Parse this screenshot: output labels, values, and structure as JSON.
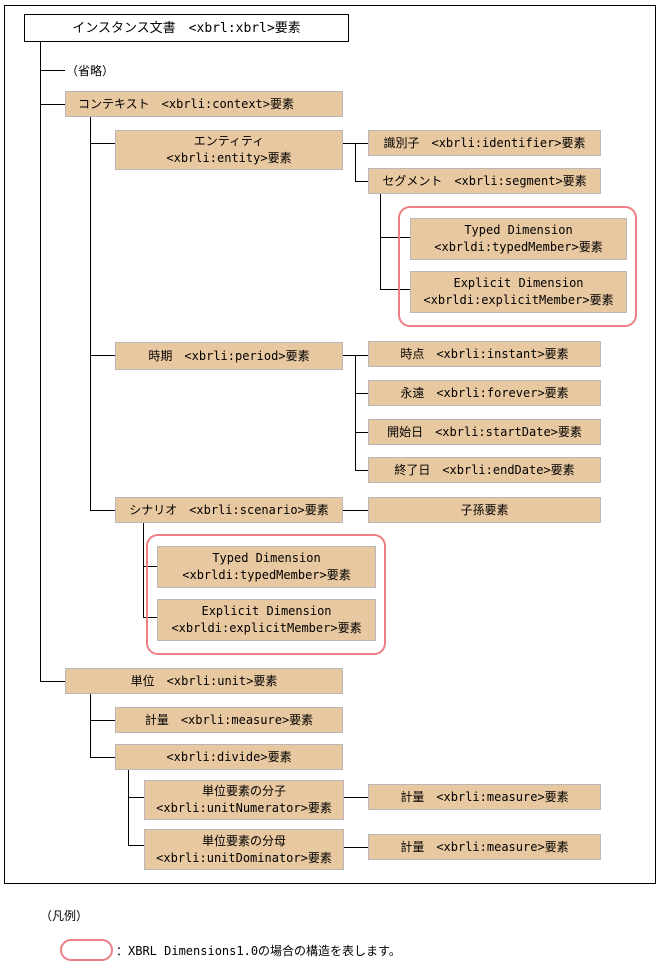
{
  "root": "インスタンス文書　<xbrl:xbrl>要素",
  "omitted": "（省略）",
  "context": "コンテキスト　<xbrli:context>要素",
  "entity": [
    "エンティティ",
    "<xbrli:entity>要素"
  ],
  "identifier": "識別子　<xbrli:identifier>要素",
  "segment": "セグメント　<xbrli:segment>要素",
  "typed_dim": [
    "Typed Dimension",
    "<xbrldi:typedMember>要素"
  ],
  "explicit_dim": [
    "Explicit Dimension",
    "<xbrldi:explicitMember>要素"
  ],
  "period": "時期　<xbrli:period>要素",
  "instant": "時点　<xbrli:instant>要素",
  "forever": "永遠　<xbrli:forever>要素",
  "start_date": "開始日　<xbrli:startDate>要素",
  "end_date": "終了日　<xbrli:endDate>要素",
  "scenario": "シナリオ　<xbrli:scenario>要素",
  "descendants": "子孫要素",
  "unit": "単位　<xbrli:unit>要素",
  "measure": "計量　<xbrli:measure>要素",
  "divide": "<xbrli:divide>要素",
  "numerator": [
    "単位要素の分子",
    "<xbrli:unitNumerator>要素"
  ],
  "denominator": [
    "単位要素の分母",
    "<xbrli:unitDominator>要素"
  ],
  "legend_title": "（凡例）",
  "legend_text": "：XBRL Dimensions1.0の場合の構造を表します。",
  "colors": {
    "box": "#e8c8a0",
    "highlight": "#ee7f86",
    "line": "#000000"
  }
}
